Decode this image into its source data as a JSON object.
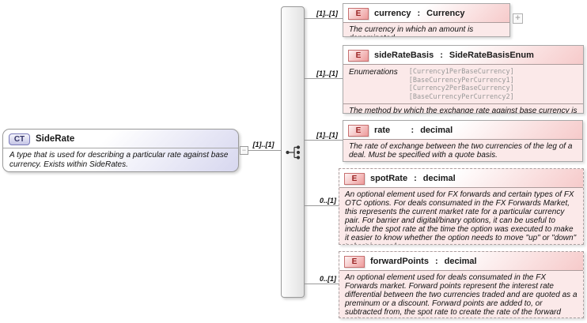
{
  "colon": ":",
  "root": {
    "badge": "CT",
    "title": "SideRate",
    "description": "A type that is used for describing a particular rate against base currency. Exists within SideRates.",
    "handle_glyph": "−",
    "cardinality": "[1]..[1]"
  },
  "elements": [
    {
      "badge": "E",
      "name": "currency",
      "type": "Currency",
      "cardinality": "[1]..[1]",
      "description": "The currency in which an amount is denominated.",
      "expand_glyph": "+"
    },
    {
      "badge": "E",
      "name": "sideRateBasis",
      "type": "SideRateBasisEnum",
      "cardinality": "[1]..[1]",
      "enumerations_label": "Enumerations",
      "enumerations": [
        "[Currency1PerBaseCurrency]",
        "[BaseCurrencyPerCurrency1]",
        "[Currency2PerBaseCurrency]",
        "[BaseCurrencyPerCurrency2]"
      ],
      "description": "The method by which the exchange rate against base currency is quoted."
    },
    {
      "badge": "E",
      "name": "rate      ",
      "type": "decimal",
      "cardinality": "[1]..[1]",
      "description": "The rate of exchange between the two currencies of the leg of a deal. Must be specified with a quote basis."
    },
    {
      "badge": "E",
      "name": "spotRate",
      "type": "decimal",
      "cardinality": "0..[1]",
      "description": "An optional element used for FX forwards and certain types of FX OTC options. For deals consumated in the FX Forwards Market, this represents the current market rate for a particular currency pair. For barrier and digital/binary options, it can be useful to include the spot rate at the time the option was executed to make it easier to know whether the option needs to move \"up\" or \"down\" to be triggered."
    },
    {
      "badge": "E",
      "name": "forwardPoints",
      "type": "decimal",
      "cardinality": "0..[1]",
      "description": "An optional element used for deals consumated in the FX Forwards market. Forward points represent the interest rate differential between the two currencies traded and are quoted as a preminum or a discount. Forward points are added to, or subtracted from, the spot rate to create the rate of the forward trade."
    }
  ]
}
